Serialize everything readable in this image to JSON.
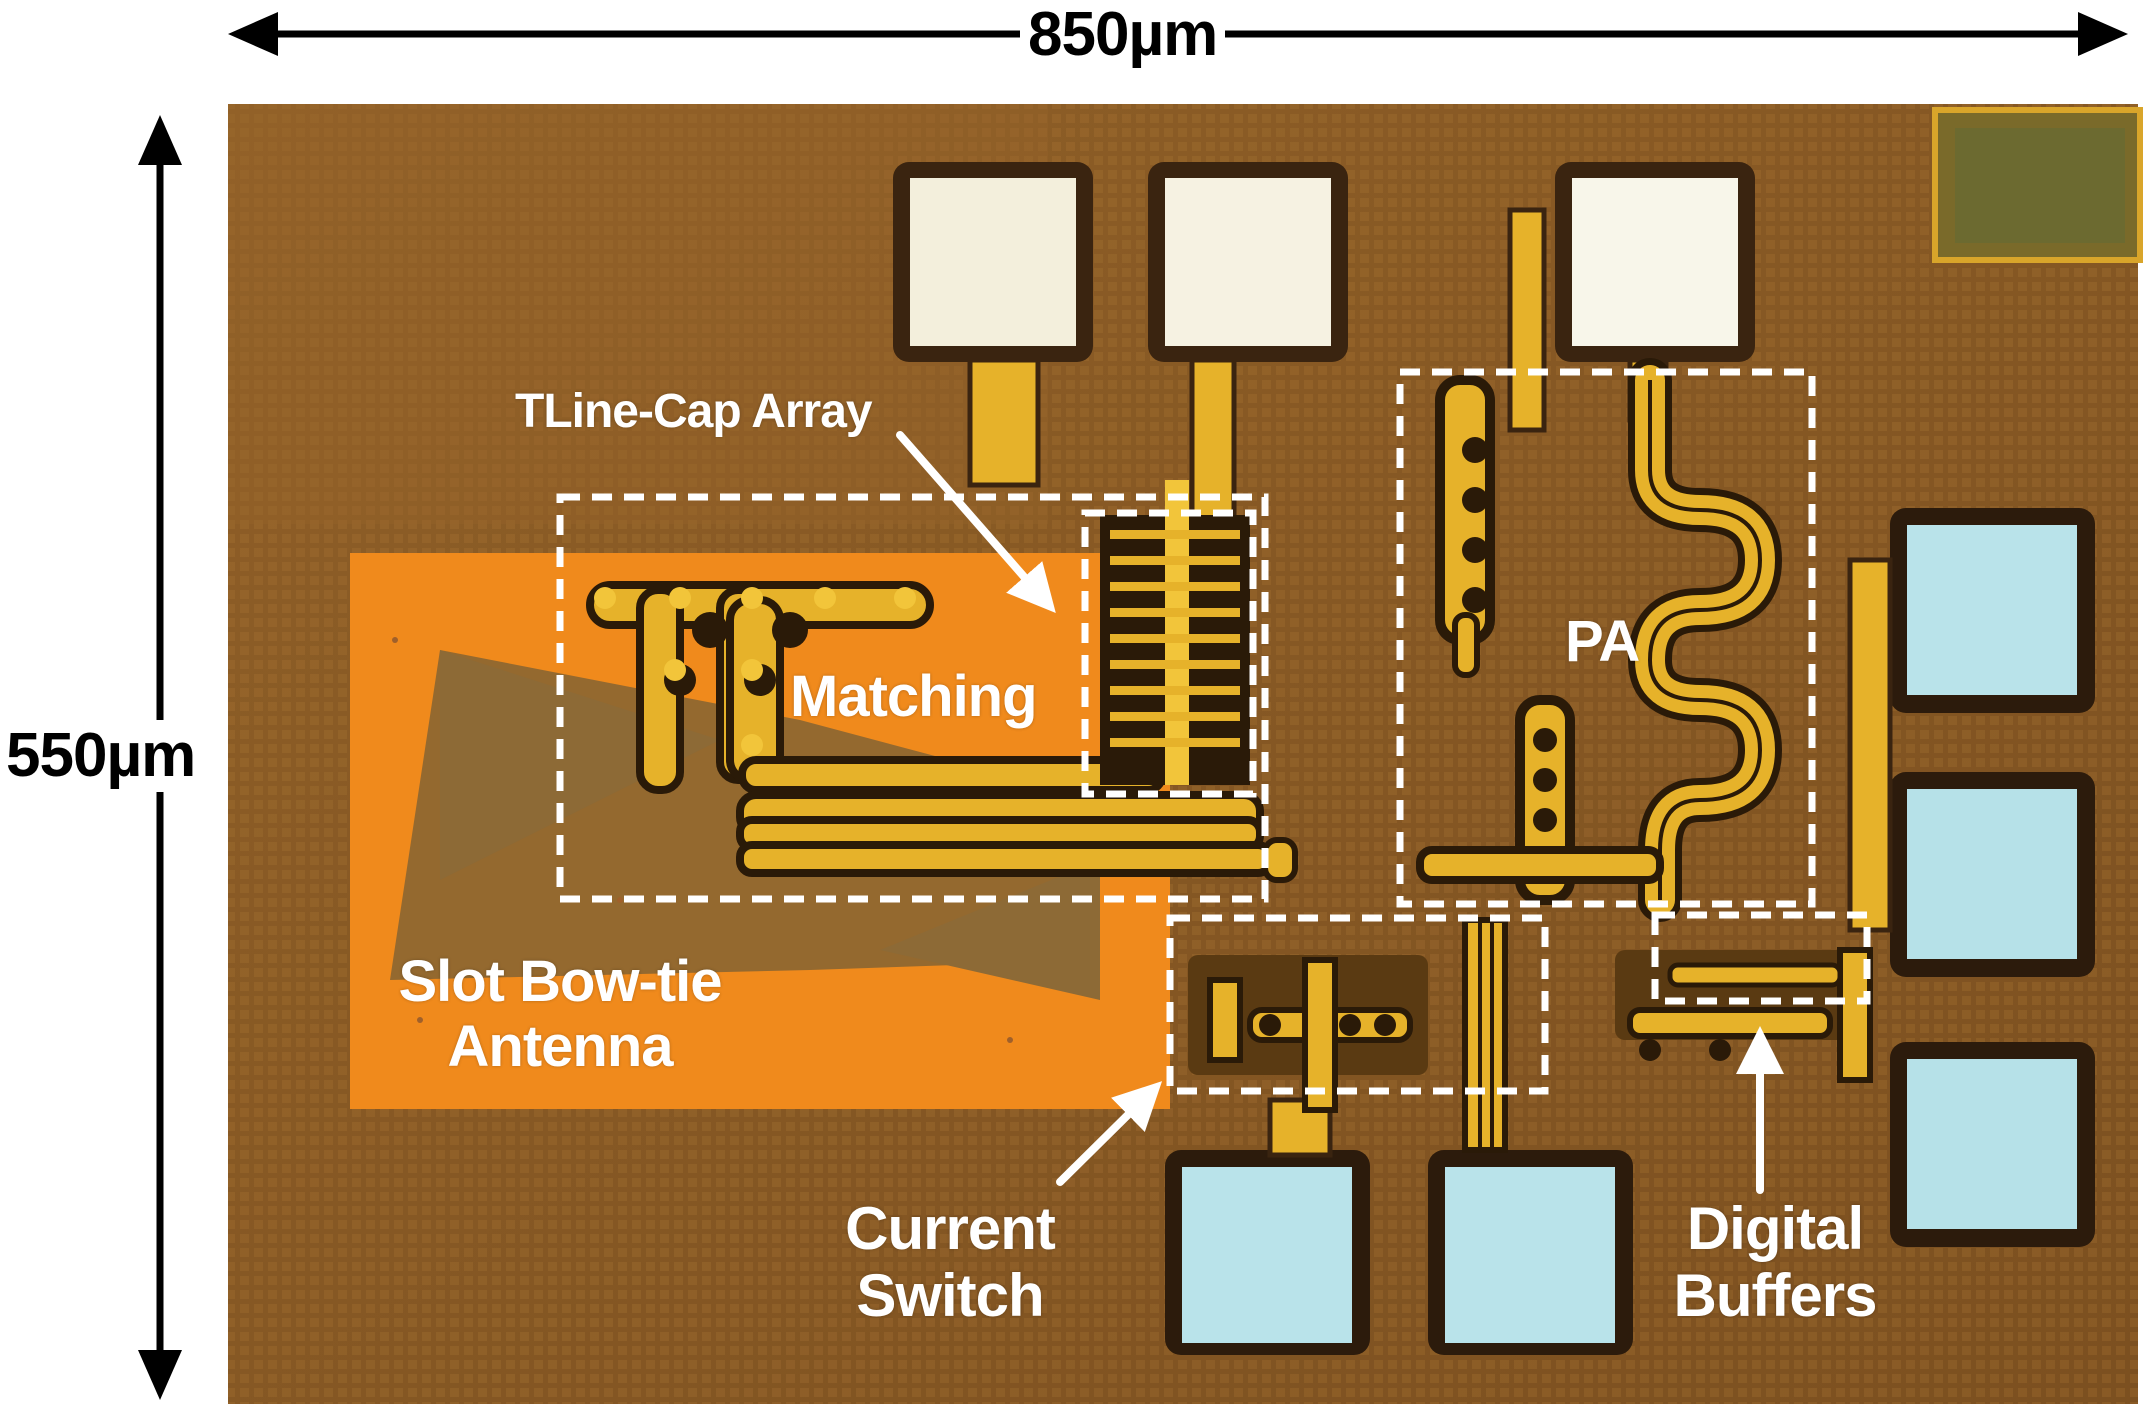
{
  "dimensions": {
    "width_label": "850µm",
    "height_label": "550µm"
  },
  "annotations": {
    "tline_cap_array": "TLine-Cap Array",
    "matching": "Matching",
    "pa": "PA",
    "antenna_line1": "Slot Bow-tie",
    "antenna_line2": "Antenna",
    "switch_line1": "Current",
    "switch_line2": "Switch",
    "buffers_line1": "Digital",
    "buffers_line2": "Buffers"
  },
  "colors": {
    "substrate": "#8a5a22",
    "metal_gold": "#e6b22a",
    "antenna_orange": "#f08a1c",
    "pad_white": "#f4f1e4",
    "pad_blue": "#b8e1e8",
    "box_dash": "#ffffff"
  }
}
